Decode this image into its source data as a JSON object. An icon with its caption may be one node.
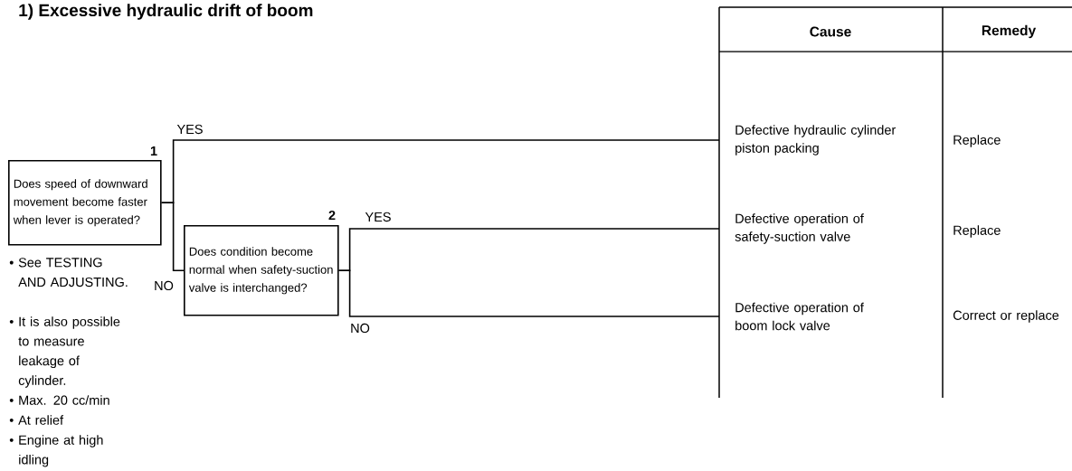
{
  "diagram": {
    "title": "1) Excessive hydraulic drift of boom",
    "nodes": [
      {
        "text": [
          "Does speed of downward movement become faster when lever is operated?"
        ],
        "beside": [
          "1"
        ]
      },
      {
        "text": [
          "Does condition become normal when safety-suction valve is interchanged?"
        ],
        "beside": [
          "2"
        ]
      },
      {
        "text": [
          "Defective hydraulic cylinder piston packing"
        ]
      },
      {
        "text": [
          "Defective operation of safety-suction valve"
        ]
      },
      {
        "text": [
          "Defective operation of boom lock valve"
        ]
      }
    ],
    "edges": [
      {
        "from": 0,
        "to": 2,
        "arrow": "none",
        "label": "YES"
      },
      {
        "from": 0,
        "to": 1,
        "arrow": "none",
        "label": "NO"
      },
      {
        "from": 1,
        "to": 3,
        "arrow": "none",
        "label": "YES"
      },
      {
        "from": 1,
        "to": 4,
        "arrow": "none",
        "label": "NO"
      }
    ],
    "labels": [
      "Cause",
      "Remedy",
      "Replace",
      "Replace",
      "Correct or replace",
      "• See TESTING AND ADJUSTING.",
      "• It is also possible to measure leakage of cylinder.",
      "• Max. 20 cc/min",
      "• At relief",
      "• Engine at high idling"
    ]
  }
}
